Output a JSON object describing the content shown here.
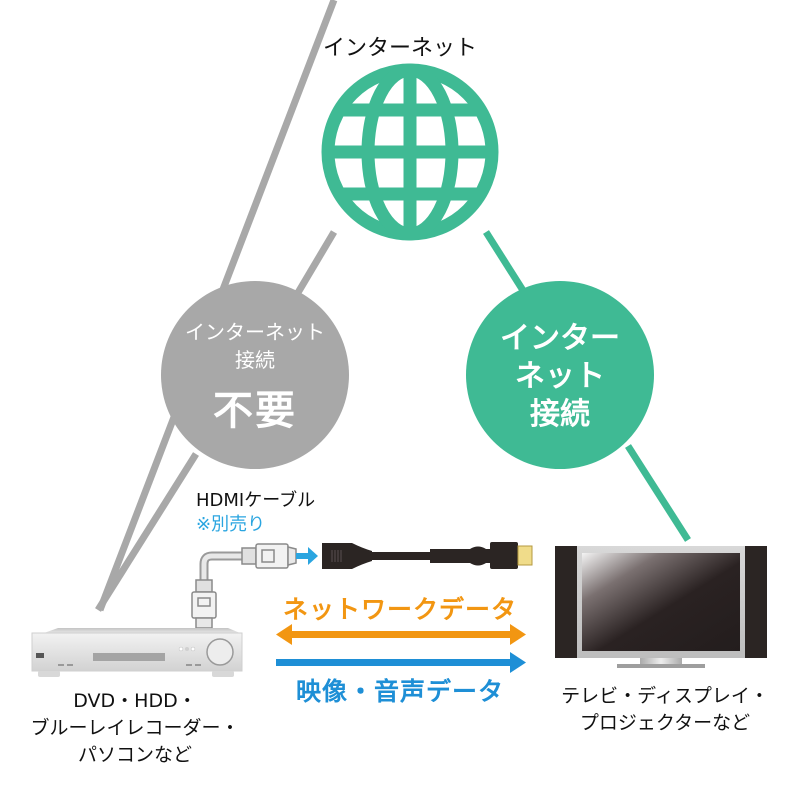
{
  "internet": {
    "title": "インターネット",
    "globe_icon": "globe-icon",
    "color": "#3fba94"
  },
  "left_bubble": {
    "line1": "インターネット",
    "line2": "接続",
    "emphasis": "不要",
    "color": "#a8a8a8"
  },
  "right_bubble": {
    "line1": "インター",
    "line2": "ネット",
    "line3": "接続",
    "color": "#3fba94"
  },
  "cable": {
    "label": "HDMIケーブル",
    "note": "※別売り",
    "note_color": "#2aa5e0"
  },
  "arrows": {
    "network": {
      "label": "ネットワークデータ",
      "direction": "bidirectional",
      "color": "#f29612"
    },
    "av": {
      "label": "映像・音声データ",
      "direction": "left-to-right",
      "color": "#1e8fd6"
    }
  },
  "source_device": {
    "icon": "player-icon",
    "line1": "DVD・HDD・",
    "line2": "ブルーレイレコーダー・",
    "line3": "パソコンなど"
  },
  "display_device": {
    "icon": "tv-icon",
    "line1": "テレビ・ディスプレイ・",
    "line2": "プロジェクターなど"
  }
}
